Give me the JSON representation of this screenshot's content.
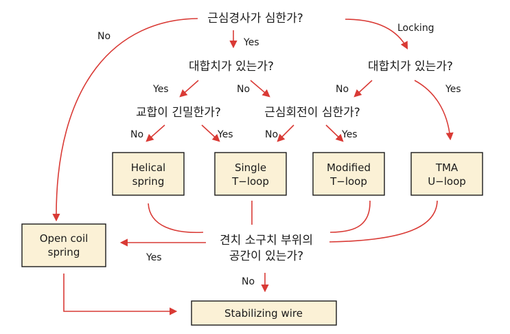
{
  "colors": {
    "accent": "#d93a35",
    "box_fill": "#fbf1d6",
    "text": "#1a1a1a"
  },
  "questions": {
    "q_root": "근심경사가 심한가?",
    "q_left_contact": "대합치가 있는가?",
    "q_right_contact": "대합치가 있는가?",
    "q_bite": "교합이 긴밀한가?",
    "q_rotation": "근심회전이 심한가?",
    "q_space_line1": "견치 소구치 부위의",
    "q_space_line2": "공간이 있는가?"
  },
  "boxes": {
    "helical": {
      "line1": "Helical",
      "line2": "spring"
    },
    "single": {
      "line1": "Single",
      "line2": "T−loop"
    },
    "modified": {
      "line1": "Modified",
      "line2": "T−loop"
    },
    "tma": {
      "line1": "TMA",
      "line2": "U−loop"
    },
    "open_coil": {
      "line1": "Open coil",
      "line2": "spring"
    },
    "stabilizing": {
      "line1": "Stabilizing wire"
    }
  },
  "labels": {
    "no_root": "No",
    "yes_root": "Yes",
    "locking": "Locking",
    "yes_left": "Yes",
    "no_left": "No",
    "no_right": "No",
    "yes_right": "Yes",
    "no_helical": "No",
    "yes_single_from_bite": "Yes",
    "no_single_from_rotation": "No",
    "yes_modified": "Yes",
    "yes_open_coil": "Yes",
    "no_stabilizing": "No"
  }
}
